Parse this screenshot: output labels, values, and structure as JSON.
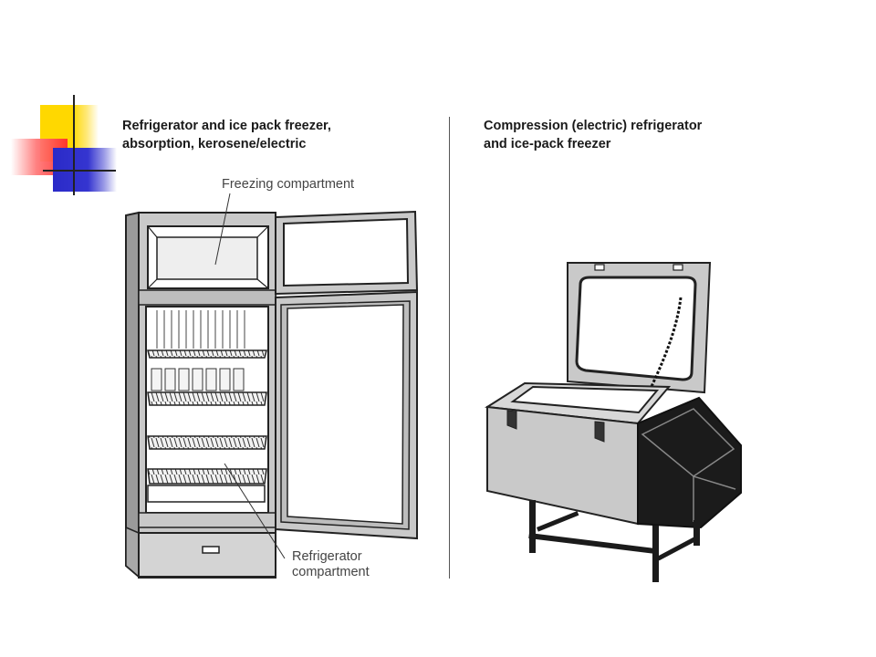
{
  "captions": {
    "left": {
      "line1": "Refrigerator and ice pack freezer,",
      "line2": "absorption, kerosene/electric"
    },
    "right": {
      "line1": "Compression (electric) refrigerator",
      "line2": "and ice-pack freezer"
    }
  },
  "labels": {
    "freezing": "Freezing compartment",
    "refrigerator_line1": "Refrigerator",
    "refrigerator_line2": "compartment"
  },
  "colors": {
    "body_gray": "#c9c9c9",
    "dark_gray": "#999999",
    "outline": "#222222",
    "black_panel": "#1b1b1b"
  }
}
